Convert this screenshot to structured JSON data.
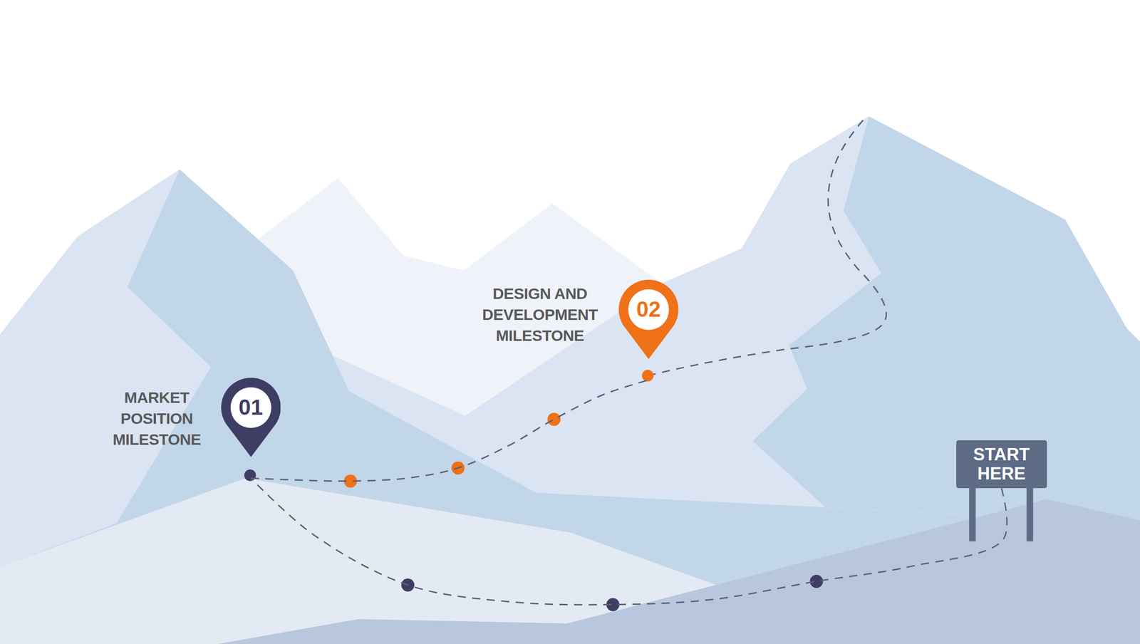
{
  "diagram": {
    "nodes": [
      {
        "text": [
          "START HERE"
        ]
      },
      {
        "text": [
          "MARKET POSITION MILESTONE",
          "01"
        ]
      },
      {
        "text": [
          "DESIGN AND DEVELOPMENT MILESTONE",
          "02"
        ]
      }
    ],
    "edges": [
      {
        "from": 0,
        "to": 1,
        "arrow": "none"
      },
      {
        "from": 1,
        "to": 2,
        "arrow": "none"
      }
    ]
  }
}
